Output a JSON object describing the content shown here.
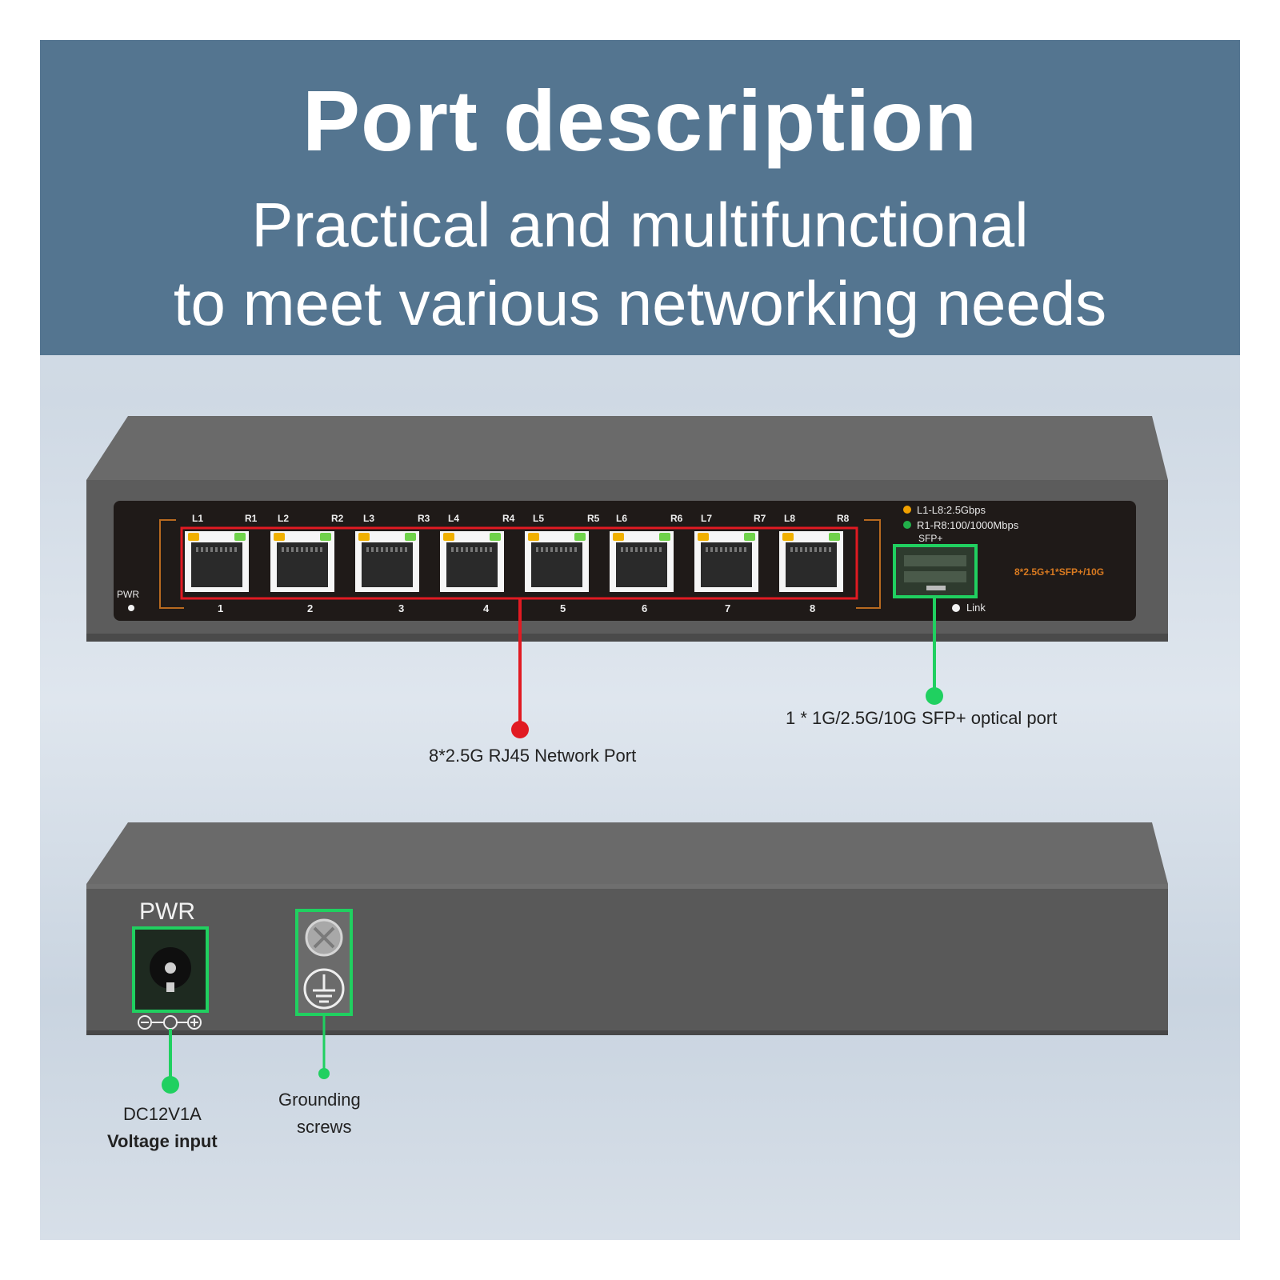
{
  "header": {
    "title": "Port description",
    "subtitle_line1": "Practical and multifunctional",
    "subtitle_line2": "to meet various networking needs"
  },
  "front_panel": {
    "pwr_label": "PWR",
    "led_labels": [
      "L1",
      "R1",
      "L2",
      "R2",
      "L3",
      "R3",
      "L4",
      "R4",
      "L5",
      "R5",
      "L6",
      "R6",
      "L7",
      "R7",
      "L8",
      "R8"
    ],
    "port_numbers": [
      "1",
      "2",
      "3",
      "4",
      "5",
      "6",
      "7",
      "8"
    ],
    "legend_orange": "L1-L8:2.5Gbps",
    "legend_green": "R1-R8:100/1000Mbps",
    "sfp_label": "SFP+",
    "link_label": "Link",
    "model_text": "8*2.5G+1*SFP+/10G"
  },
  "callouts": {
    "rj45": "8*2.5G RJ45 Network Port",
    "sfp": "1 * 1G/2.5G/10G SFP+ optical port",
    "voltage_line1": "DC12V1A",
    "voltage_line2": "Voltage input",
    "ground_line1": "Grounding",
    "ground_line2": "screws"
  },
  "back_panel": {
    "pwr_label": "PWR"
  },
  "colors": {
    "banner": "#547590",
    "rj45_callout": "#e11a22",
    "green_callout": "#20d060",
    "led_orange": "#f0b000",
    "led_green": "#6fd24a"
  }
}
